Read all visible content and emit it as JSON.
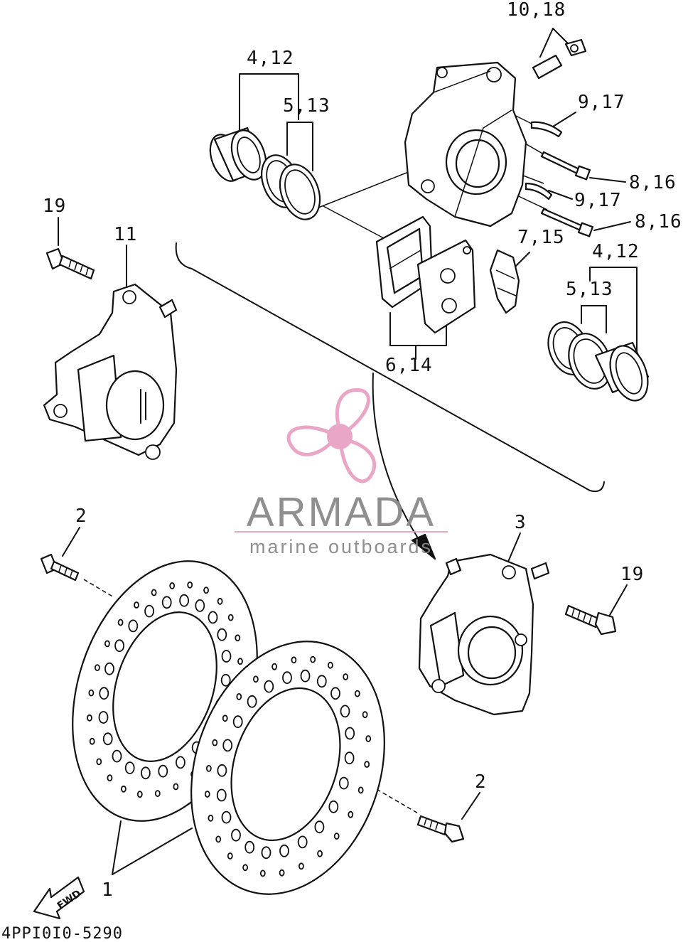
{
  "diagram": {
    "code": "4PPI0I0-5290",
    "fwd_label": "FWD",
    "labels": {
      "l_10_18": "10,18",
      "l_4_12_top": "4,12",
      "l_5_13_top": "5,13",
      "l_9_17_a": "9,17",
      "l_8_16_a": "8,16",
      "l_9_17_b": "9,17",
      "l_8_16_b": "8,16",
      "l_7_15": "7,15",
      "l_4_12_right": "4,12",
      "l_5_13_right": "5,13",
      "l_6_14": "6,14",
      "l_19_left": "19",
      "l_11": "11",
      "l_2_left": "2",
      "l_3": "3",
      "l_19_right": "19",
      "l_2_right": "2",
      "l_1": "1"
    }
  },
  "watermark": {
    "brand": "ARMADA",
    "tagline": "marine outboards",
    "color_gray": "#8a8a8a",
    "color_pink": "#e8a2c4"
  }
}
